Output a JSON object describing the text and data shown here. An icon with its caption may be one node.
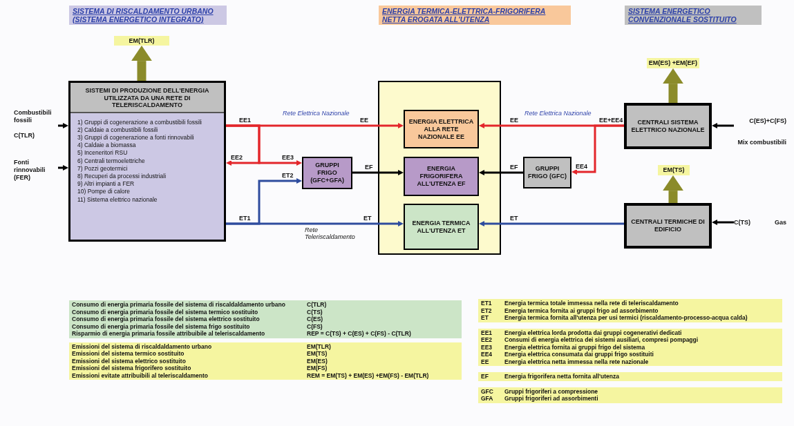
{
  "diagram": {
    "nodes": [
      {
        "text": [
          "SISTEMA DI RISCALDAMENTO URBANO (SISTEMA ENERGETICO INTEGRATO)"
        ]
      },
      {
        "text": [
          "ENERGIA TERMICA-ELETTRICA-FRIGORIFERA NETTA EROGATA ALL'UTENZA"
        ]
      },
      {
        "text": [
          "SISTEMA ENERGETICO CONVENZIONALE SOSTITUITO"
        ]
      },
      {
        "text": [
          "EM(TLR)"
        ]
      },
      {
        "text": [
          "SISTEMI DI PRODUZIONE DELL'ENERGIA UTILIZZATA DA UNA RETE DI TELERISCALDAMENTO",
          "1) Gruppi di cogenerazione a combustibili fossili",
          "2) Caldaie a combustibili fossili",
          "3) Gruppi di cogenerazione a fonti rinnovabili",
          "4) Caldaie a biomassa",
          "5) Inceneritori RSU",
          "6) Centrali termoelettriche",
          "7) Pozzi geotermici",
          "8) Recuperi da processi industriali",
          "9) Altri impianti a FER",
          "10) Pompe di calore",
          "11) Sistema elettrico nazionale"
        ]
      },
      {
        "text": [
          "Combustibili fossili",
          "C(TLR)"
        ]
      },
      {
        "text": [
          "Fonti rinnovabili (FER)"
        ]
      },
      {
        "text": [
          "GRUPPI FRIGO (GFC+GFA)"
        ]
      },
      {
        "text": [],
        "shape": "box"
      },
      {
        "text": [
          "ENERGIA ELETTRICA ALLA RETE NAZIONALE EE"
        ],
        "in": 8
      },
      {
        "text": [
          "ENERGIA FRIGORIFERA ALL'UTENZA EF"
        ],
        "in": 8
      },
      {
        "text": [
          "ENERGIA TERMICA ALL'UTENZA ET"
        ],
        "in": 8
      },
      {
        "text": [
          "GRUPPI FRIGO (GFC)"
        ]
      },
      {
        "text": [
          "EM(ES) +EM(EF)"
        ]
      },
      {
        "text": [
          "CENTRALI SISTEMA ELETTRICO NAZIONALE"
        ]
      },
      {
        "text": [
          "C(ES)+C(FS)",
          "Mix combustibili"
        ]
      },
      {
        "text": [
          "EM(TS)"
        ]
      },
      {
        "text": [
          "CENTRALI TERMICHE DI EDIFICIO"
        ]
      },
      {
        "text": [
          "C(TS)",
          "Gas"
        ]
      }
    ],
    "edges": [
      {
        "from": 4,
        "to": 3,
        "arrow": "to",
        "style": "thick",
        "color": "#8b8b2a"
      },
      {
        "from": 5,
        "to": 4,
        "arrow": "to"
      },
      {
        "from": 6,
        "to": 4,
        "arrow": "to"
      },
      {
        "from": 4,
        "to": 9,
        "arrow": "to",
        "label": "EE",
        "color": "#e3262b"
      },
      {
        "from": 4,
        "to": 4,
        "arrow": "to",
        "label": "EE2",
        "color": "#e3262b"
      },
      {
        "from": 4,
        "to": 7,
        "arrow": "to",
        "label": "EE3",
        "color": "#e3262b"
      },
      {
        "from": 4,
        "to": 7,
        "arrow": "to",
        "label": "ET2",
        "color": "#2e4c9e"
      },
      {
        "from": 4,
        "to": 11,
        "arrow": "to",
        "label": "ET",
        "color": "#2e4c9e"
      },
      {
        "from": 7,
        "to": 10,
        "arrow": "to",
        "label": "EF"
      },
      {
        "from": 14,
        "to": 9,
        "arrow": "to",
        "label": "EE",
        "color": "#e3262b"
      },
      {
        "from": 14,
        "to": 12,
        "arrow": "to",
        "label": "EE4",
        "color": "#e3262b"
      },
      {
        "from": 12,
        "to": 10,
        "arrow": "to",
        "label": "EF"
      },
      {
        "from": 17,
        "to": 11,
        "arrow": "to",
        "label": "ET",
        "color": "#2e4c9e"
      },
      {
        "from": 14,
        "to": 13,
        "arrow": "to",
        "style": "thick",
        "color": "#8b8b2a"
      },
      {
        "from": 17,
        "to": 16,
        "arrow": "to",
        "style": "thick",
        "color": "#8b8b2a"
      },
      {
        "from": 15,
        "to": 14,
        "arrow": "to"
      },
      {
        "from": 18,
        "to": 17,
        "arrow": "to"
      }
    ],
    "labels": [
      "EE1",
      "Rete Elettrica Nazionale",
      "ET1",
      "Rete Teleriscaldamento",
      "Rete Elettrica Nazionale",
      "EE+EE4",
      "Consumo di energia primaria fossile del sistema di riscaldaldamento urbano",
      "C(TLR)",
      "Consumo di energia primaria fossile del sistema termico sostituito",
      "C(TS)",
      "Consumo di energia primaria fossile del sistema elettrico sostituito",
      "C(ES)",
      "Consumo di energia primaria fossile del sistema frigo sostituito",
      "C(FS)",
      "Risparmio di energia primaria fossile attribuibile al teleriscaldamento",
      "REP = C(TS) + C(ES) + C(FS) - C(TLR)",
      "Emissioni del sistema di riscaldaldamento urbano",
      "EM(TLR)",
      "Emissioni del sistema termico sostituito",
      "EM(TS)",
      "Emissioni del sistema elettrico sostituito",
      "EM(ES)",
      "Emissioni del sistema frigorifero sostituito",
      "EM(FS)",
      "Emissioni evitate attribuibili al teleriscaldamento",
      "REM = EM(TS) + EM(ES) +EM(FS) - EM(TLR)",
      "ET1",
      "Energia termica totale immessa nella rete di teleriscaldamento",
      "ET2",
      "Energia termica fornita ai gruppi frigo ad assorbimento",
      "ET",
      "Energia termica fornita all'utenza per usi termici (riscaldamento-processo-acqua calda)",
      "EE1",
      "Energia elettrica lorda prodotta dai gruppi cogenerativi dedicati",
      "EE2",
      "Consumi di energia elettrica dei sistemi ausiliari, compresi pompaggi",
      "EE3",
      "Energia elettrica fornita ai gruppi frigo del sistema",
      "EE4",
      "Energia elettrica consumata dai gruppi frigo sostituiti",
      "EE",
      "Energia elettrica netta immessa nella rete nazionale",
      "EF",
      "Energia frigorifera netta fornita all'utenza",
      "GFC",
      "Gruppi frigoriferi a compressione",
      "GFA",
      "Gruppi frigoriferi ad assorbimenti"
    ]
  }
}
